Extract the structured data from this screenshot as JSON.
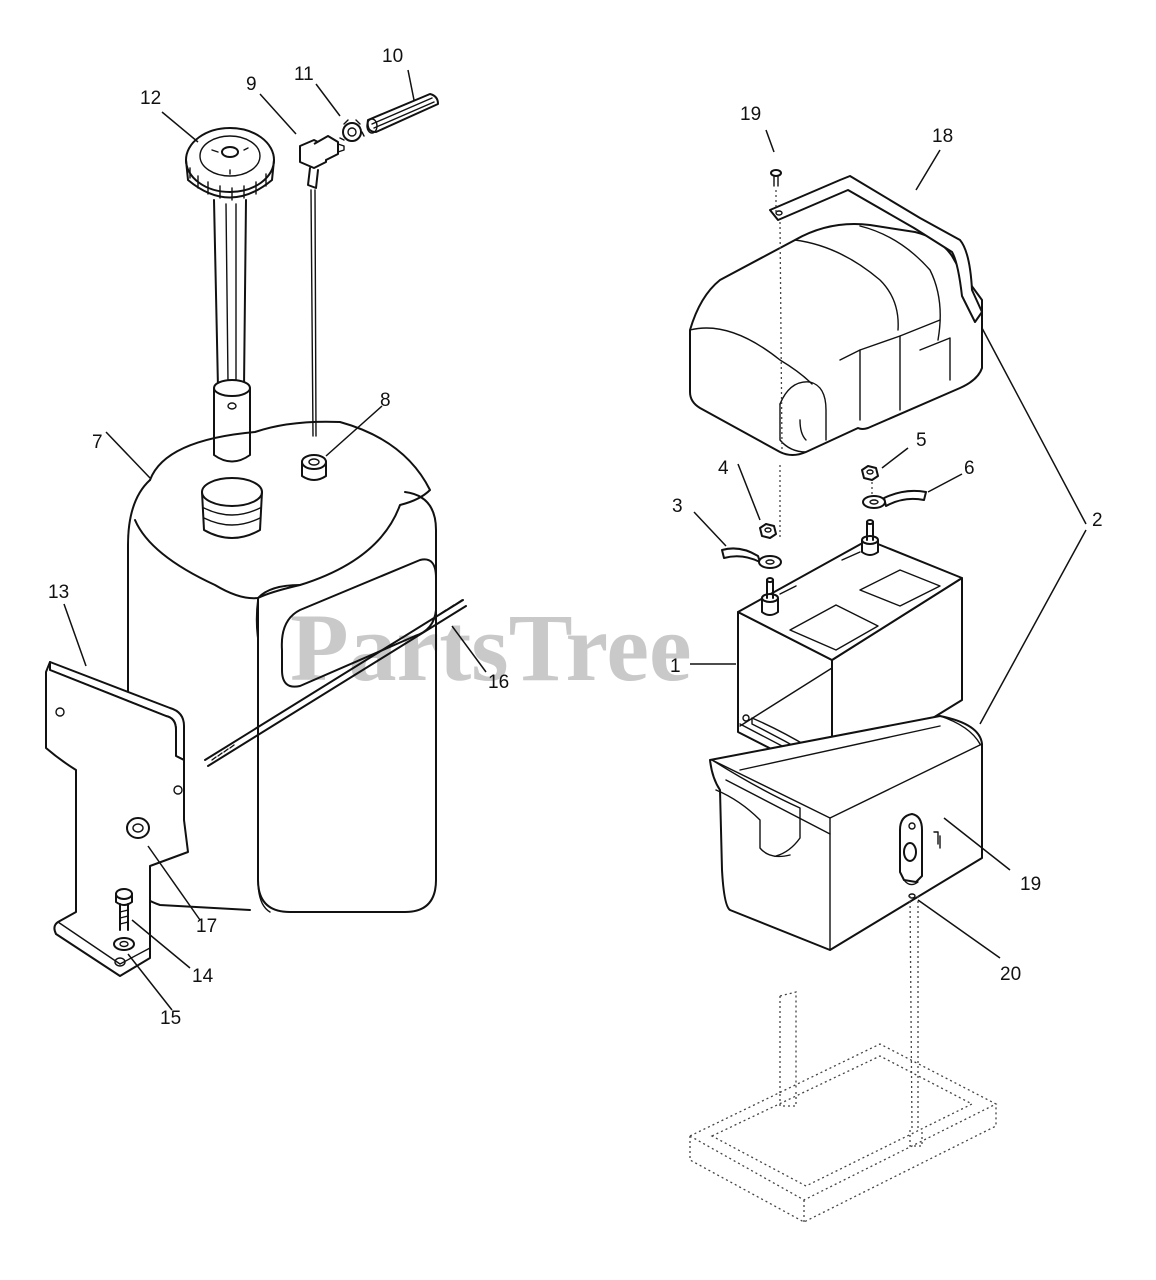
{
  "watermark": {
    "text": "PartsTree",
    "trademark": "TM"
  },
  "callouts": {
    "c1": "1",
    "c2": "2",
    "c3": "3",
    "c4": "4",
    "c5": "5",
    "c6": "6",
    "c7": "7",
    "c8": "8",
    "c9": "9",
    "c10": "10",
    "c11": "11",
    "c12": "12",
    "c13": "13",
    "c14": "14",
    "c15": "15",
    "c16": "16",
    "c17": "17",
    "c18": "18",
    "c19a": "19",
    "c19b": "19",
    "c20": "20"
  }
}
